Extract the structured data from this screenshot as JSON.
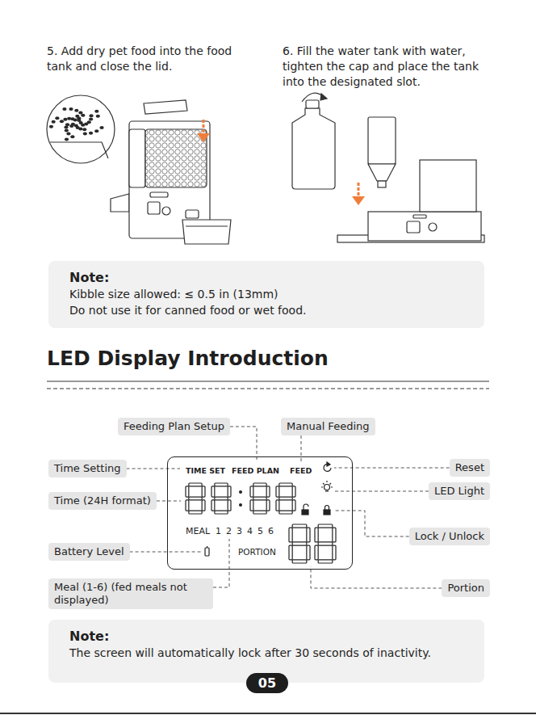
{
  "diagram": {
    "title": "LED Display Introduction",
    "nodes": [
      {
        "text": [
          "Note:",
          "Kibble size allowed: ≤ 0.5 in (13mm)",
          "Do not use it for canned food or wet food."
        ]
      },
      {
        "text": [
          "Feeding Plan Setup"
        ]
      },
      {
        "text": [
          "Manual Feeding"
        ]
      },
      {
        "text": [
          "TIME SET",
          "FEED PLAN",
          "FEED",
          "MEAL",
          "1 2 3 4 5 6",
          "PORTION"
        ]
      },
      {
        "text": [
          "Time Setting"
        ]
      },
      {
        "text": [
          "Reset"
        ]
      },
      {
        "text": [
          "LED Light"
        ]
      },
      {
        "text": [
          "Time (24H format)"
        ]
      },
      {
        "text": [
          "Lock / Unlock"
        ]
      },
      {
        "text": [
          "Battery Level"
        ]
      },
      {
        "text": [
          "Meal (1-6) (fed meals not displayed)"
        ]
      },
      {
        "text": [
          "Portion"
        ]
      },
      {
        "text": [
          "Note:",
          "The screen will automatically lock after 30 seconds of inactivity."
        ]
      },
      {
        "text": [
          "05"
        ]
      }
    ],
    "edges": [
      {
        "from": 1,
        "to": 3,
        "arrow": "none"
      },
      {
        "from": 2,
        "to": 3,
        "arrow": "none"
      },
      {
        "from": 4,
        "to": 3,
        "arrow": "none"
      },
      {
        "from": 5,
        "to": 3,
        "arrow": "none"
      },
      {
        "from": 6,
        "to": 3,
        "arrow": "none"
      },
      {
        "from": 7,
        "to": 3,
        "arrow": "none"
      },
      {
        "from": 8,
        "to": 3,
        "arrow": "none"
      },
      {
        "from": 9,
        "to": 3,
        "arrow": "none"
      },
      {
        "from": 10,
        "to": 3,
        "arrow": "none"
      },
      {
        "from": 11,
        "to": 3,
        "arrow": "none"
      }
    ],
    "labels": [
      "5. Add dry pet food into the food tank and close the lid.",
      "6. Fill the water tank with water, tighten the cap and place the tank into the designated slot."
    ]
  }
}
